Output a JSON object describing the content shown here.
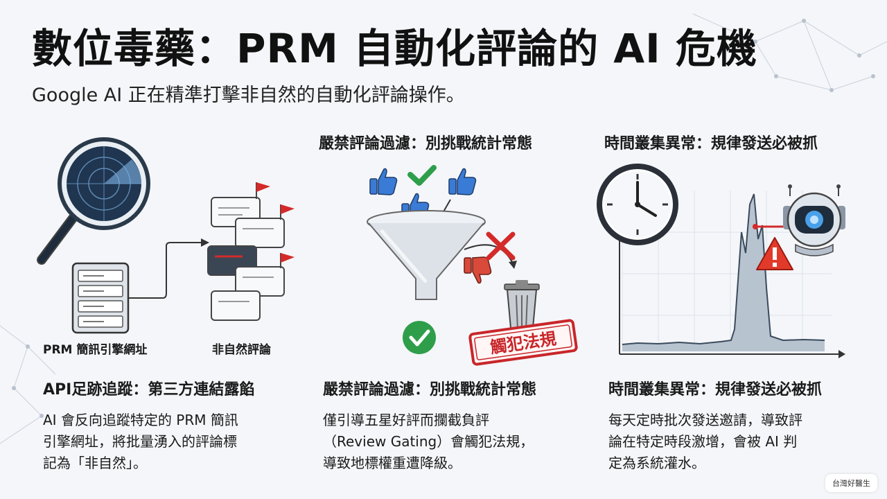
{
  "header": {
    "title": "數位毒藥：PRM 自動化評論的 AI 危機",
    "subtitle": "Google AI 正在精準打擊非自然的自動化評論操作。"
  },
  "panels": {
    "left": {
      "server_caption": "PRM 簡訊引擎網址",
      "reviews_caption": "非自然評論"
    },
    "middle": {
      "title": "嚴禁評論過濾：別挑戰統計常態",
      "stamp": "觸犯法規"
    },
    "right": {
      "title": "時間叢集異常：規律發送必被抓"
    }
  },
  "sections": [
    {
      "heading": "API足跡追蹤：第三方連結露餡",
      "lines": [
        "AI 會反向追蹤特定的 PRM 簡訊",
        "引擎網址，將批量湧入的評論標",
        "記為「非自然」。"
      ]
    },
    {
      "heading": "嚴禁評論過濾：別挑戰統計常態",
      "lines": [
        "僅引導五星好評而攔截負評",
        "（Review Gating）會觸犯法規，",
        "導致地標權重遭降級。"
      ]
    },
    {
      "heading": "時間叢集異常：規律發送必被抓",
      "lines": [
        "每天定時批次發送邀請，導致評",
        "論在特定時段激增，會被 AI 判",
        "定為系統灌水。"
      ]
    }
  ],
  "watermark": "台灣好醫生",
  "icons": [
    "magnifier-radar-icon",
    "server-icon",
    "arrow-icon",
    "review-bubbles-icon",
    "flag-icon",
    "thumbs-up-icon",
    "checkmark-icon",
    "funnel-icon",
    "thumbs-down-icon",
    "x-mark-icon",
    "trash-can-icon",
    "stamp-icon",
    "clock-icon",
    "spike-chart-icon",
    "robot-icon",
    "warning-icon"
  ],
  "colors": {
    "accent_red": "#d42a2a",
    "accent_green": "#2e9e4a",
    "accent_blue": "#2c7be5",
    "ink": "#111111"
  }
}
